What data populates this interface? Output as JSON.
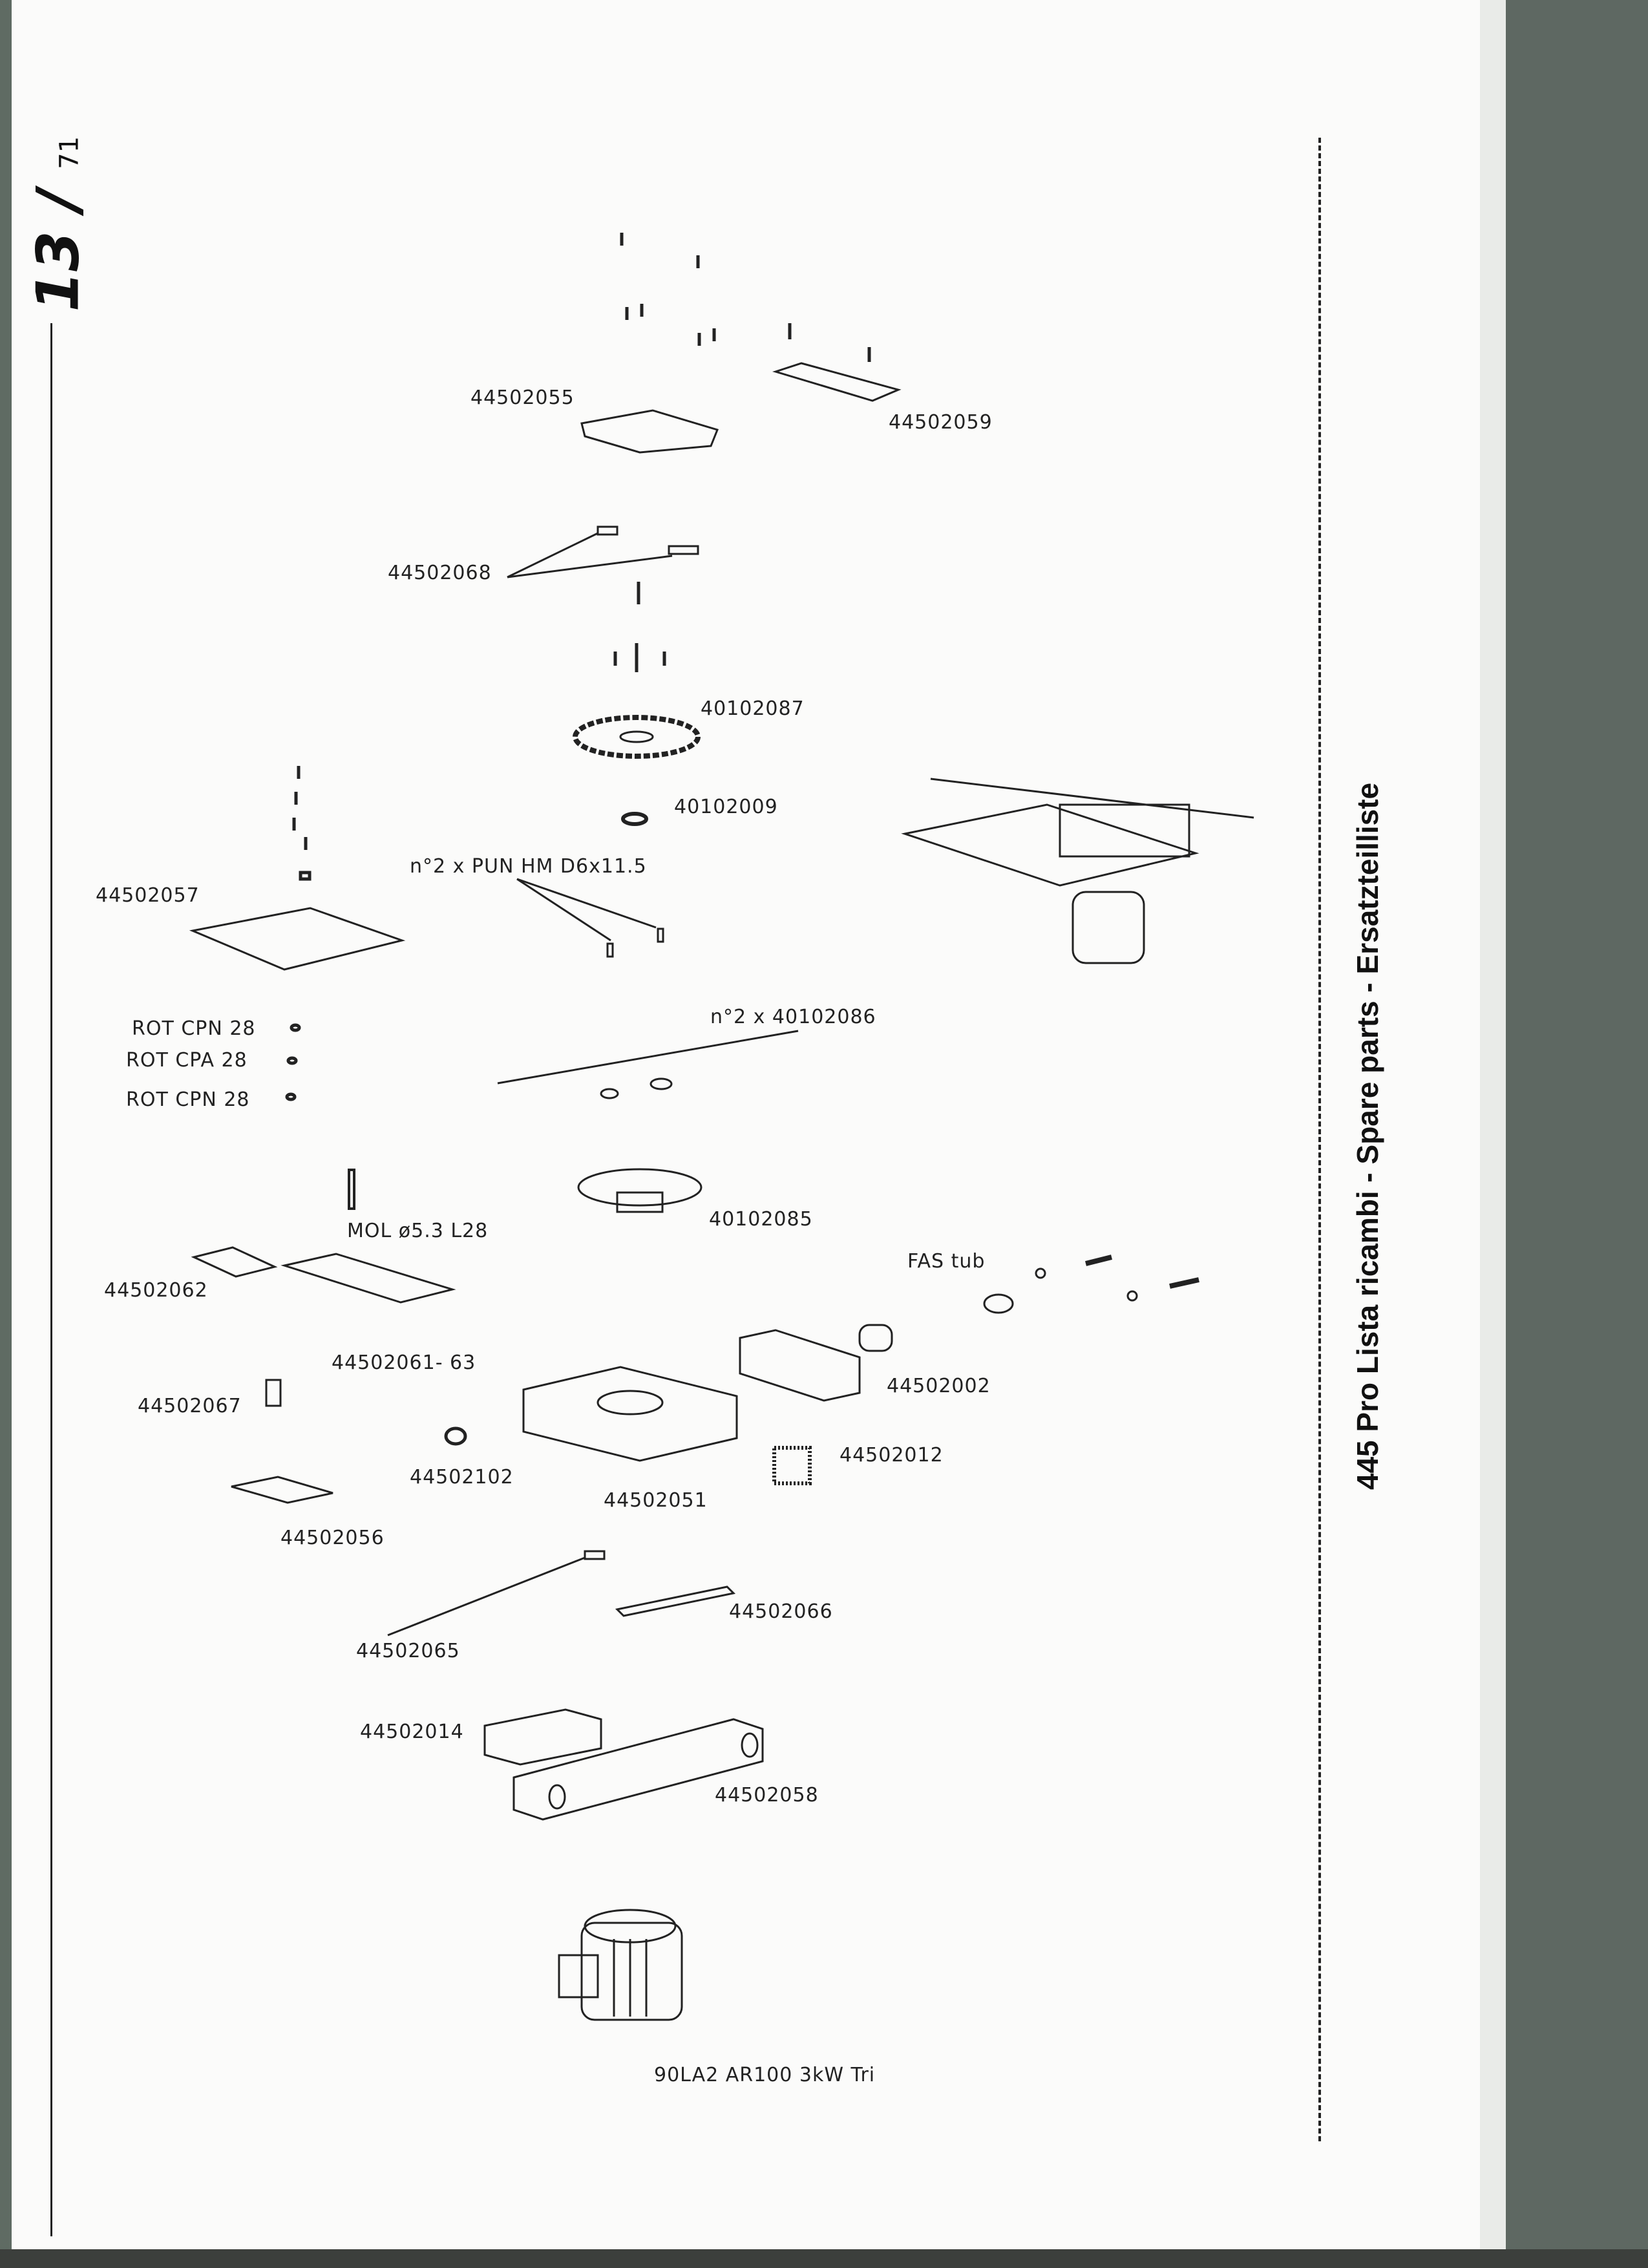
{
  "page": {
    "number": "13",
    "total": "71"
  },
  "title": "445 Pro Lista ricambi - Spare parts - Ersatzteilliste",
  "labels": {
    "p44502055": "44502055",
    "p44502059": "44502059",
    "p44502068": "44502068",
    "p40102087": "40102087",
    "p40102009": "40102009",
    "pun": "n°2 x PUN HM D6x11.5",
    "p44502057": "44502057",
    "rot1": "ROT CPN 28",
    "rot2": "ROT CPA 28",
    "rot3": "ROT CPN 28",
    "n2_40102086": "n°2 x 40102086",
    "mol": "MOL ø5.3 L28",
    "p40102085": "40102085",
    "fas": "FAS tub",
    "p44502062": "44502062",
    "p44502061": "44502061- 63",
    "p44502067": "44502067",
    "p44502002": "44502002",
    "p44502102": "44502102",
    "p44502012": "44502012",
    "p44502051": "44502051",
    "p44502056": "44502056",
    "p44502066": "44502066",
    "p44502065": "44502065",
    "p44502014": "44502014",
    "p44502058": "44502058",
    "motor": "90LA2 AR100 3kW Tri"
  }
}
